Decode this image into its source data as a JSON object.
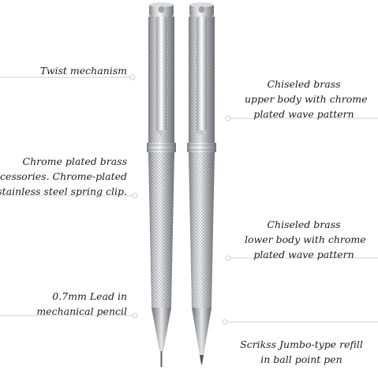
{
  "labels": {
    "twist": "Twist mechanism",
    "accessory": [
      "Chrome plated brass",
      "accessories. Chrome-plated",
      "stainless steel spring clip."
    ],
    "lead": [
      "0.7mm Lead in",
      "mechanical pencil"
    ],
    "upper_body": [
      "Chiseled brass",
      "upper body with chrome",
      "plated wave pattern"
    ],
    "lower_body": [
      "Chiseled brass",
      "lower body with chrome",
      "plated wave pattern"
    ],
    "refill": [
      "Scrikss Jumbo-type refill",
      "in ball point pen"
    ]
  },
  "colors": {
    "background": "#ffffff",
    "callout_line": "#c8c8c8",
    "chrome_dark": "#8a8d90",
    "chrome_light": "#f2f3f4"
  }
}
